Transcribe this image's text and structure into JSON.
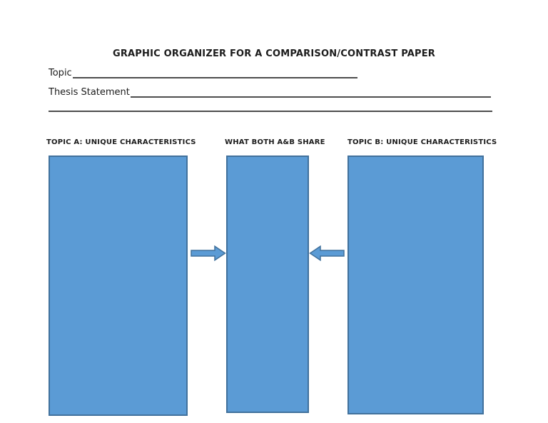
{
  "page": {
    "title": "GRAPHIC ORGANIZER FOR A COMPARISON/CONTRAST PAPER"
  },
  "fields": {
    "topic_label": "Topic",
    "topic_value": "",
    "thesis_label": "Thesis Statement",
    "thesis_value": ""
  },
  "columns": [
    {
      "header": "TOPIC A: UNIQUE CHARACTERISTICS",
      "content": ""
    },
    {
      "header": "WHAT BOTH A&B SHARE",
      "content": ""
    },
    {
      "header": "TOPIC B: UNIQUE CHARACTERISTICS",
      "content": ""
    }
  ],
  "icons": {
    "merge_arrow_left_to_center": "→",
    "merge_arrow_right_to_center": "←"
  },
  "colors": {
    "background": "#ffffff",
    "text": "#1c1c1c",
    "line": "#4d4d4d",
    "box_fill": "#5b9bd5",
    "box_border": "#41719c",
    "arrow_fill": "#5b9bd5",
    "arrow_border": "#41719c"
  }
}
